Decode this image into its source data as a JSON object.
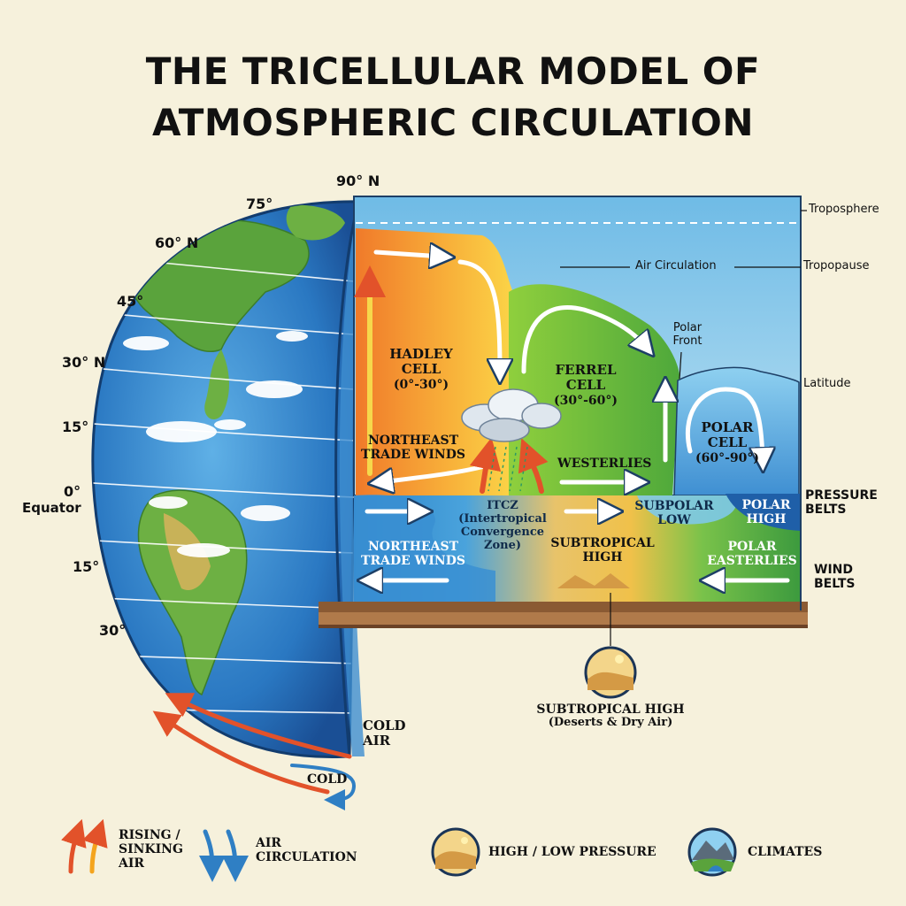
{
  "title": {
    "line1": "THE TRICELLULAR MODEL OF",
    "line2": "ATMOSPHERIC CIRCULATION"
  },
  "globe": {
    "latitudes": {
      "n90": "90° N",
      "n75": "75°",
      "n60": "60° N",
      "n45": "45°",
      "n30": "30° N",
      "n15": "15°",
      "eq_deg": "0°",
      "equator": "Equator",
      "s15": "15°",
      "s30": "30°"
    },
    "cold_air": [
      "COLD",
      "AIR"
    ],
    "cold": "COLD"
  },
  "cells": {
    "hadley": {
      "name": [
        "HADLEY",
        "CELL"
      ],
      "range": "(0°-30°)"
    },
    "ferrel": {
      "name": [
        "FERREL",
        "CELL"
      ],
      "range": "(30°-60°)"
    },
    "polar": {
      "name": [
        "POLAR",
        "CELL"
      ],
      "range": "(60°-90°)"
    }
  },
  "winds": {
    "ne_trade_upper": [
      "NORTHEAST",
      "TRADE WINDS"
    ],
    "westerlies": "WESTERLIES",
    "ne_trade_lower": [
      "NORTHEAST",
      "TRADE WINDS"
    ],
    "polar_easterlies": [
      "POLAR",
      "EASTERLIES"
    ]
  },
  "zones": {
    "itcz": [
      "ITCZ",
      "(Intertropical",
      "Convergence",
      "Zone)"
    ],
    "subtropical_high": [
      "SUBTROPICAL",
      "HIGH"
    ],
    "subpolar_low": [
      "SUBPOLAR",
      "LOW"
    ],
    "polar_high": [
      "POLAR",
      "HIGH"
    ],
    "polar_front": [
      "Polar",
      "Front"
    ],
    "air_circulation": "Air Circulation"
  },
  "side_labels": {
    "troposphere": "Troposphere",
    "tropopause": "Tropopause",
    "latitude": "Latitude",
    "pressure_belts": [
      "PRESSURE",
      "BELTS"
    ],
    "wind_belts": [
      "WIND",
      "BELTS"
    ]
  },
  "callout": {
    "title": "SUBTROPICAL HIGH",
    "subtitle": "(Deserts & Dry Air)"
  },
  "legend": {
    "rising_sinking": [
      "RISING /",
      "SINKING",
      "AIR"
    ],
    "air_circulation": [
      "AIR",
      "CIRCULATION"
    ],
    "pressure": "HIGH / LOW PRESSURE",
    "climates": "CLIMATES"
  },
  "colors": {
    "background": "#f6f1dc",
    "ocean": "#2f7fc4",
    "hadley": "#f5a032",
    "ferrel": "#6cbd3e",
    "polar": "#2a6fb8",
    "arrow_red": "#e2522a"
  }
}
